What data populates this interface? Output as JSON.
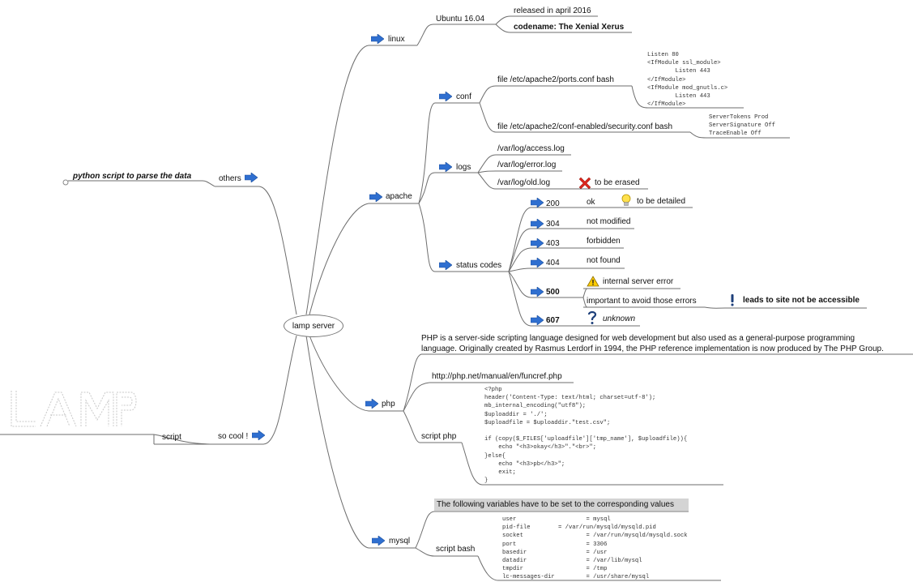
{
  "root": "lamp server",
  "others": {
    "label": "others",
    "child": "python script to parse the data"
  },
  "script": {
    "label": "script",
    "child": "so cool !"
  },
  "linux": {
    "label": "linux",
    "version": "Ubuntu 16.04",
    "released": "released in april 2016",
    "codename": "codename: The Xenial Xerus"
  },
  "apache": {
    "label": "apache",
    "conf": {
      "label": "conf",
      "ports_file": "file /etc/apache2/ports.conf bash",
      "ports_code": "Listen 80\n<IfModule ssl_module>\n        Listen 443\n</IfModule>\n<IfModule mod_gnutls.c>\n        Listen 443\n</IfModule>",
      "security_file": "file /etc/apache2/conf-enabled/security.conf bash",
      "security_code": "ServerTokens Prod\nServerSignature Off\nTraceEnable Off"
    },
    "logs": {
      "label": "logs",
      "access": "/var/log/access.log",
      "error": "/var/log/error.log",
      "old": "/var/log/old.log",
      "erase": "to be erased"
    },
    "status": {
      "label": "status codes",
      "codes": [
        {
          "code": "200",
          "text": "ok",
          "note": "to be detailed"
        },
        {
          "code": "304",
          "text": "not modified"
        },
        {
          "code": "403",
          "text": "forbidden"
        },
        {
          "code": "404",
          "text": "not found"
        },
        {
          "code": "500",
          "text": "internal server error",
          "sub": "important to avoid those errors",
          "subnote": "leads to site not be accessible"
        },
        {
          "code": "607",
          "text": "unknown"
        }
      ]
    }
  },
  "php": {
    "label": "php",
    "desc1": "PHP is a server-side scripting language designed for web development but also used as a general-purpose programming",
    "desc2": "language. Originally created by Rasmus Lerdorf in 1994, the PHP reference implementation is now produced by The PHP Group.",
    "link": "http://php.net/manual/en/funcref.php",
    "script_label": "script php",
    "script_code": "<?php\nheader('Content-Type: text/html; charset=utf-8');\nmb_internal_encoding(\"utf8\");\n$uploaddir = './';\n$uploadfile = $uploaddir.\"test.csv\";\n\nif (copy($_FILES['uploadfile']['tmp_name'], $uploadfile)){\n    echo \"<h3>okay</h3>\".\"<br>\";\n}else{\n    echo \"<h3>pb</h3>\";\n    exit;\n}"
  },
  "mysql": {
    "label": "mysql",
    "note": "The following variables have to be set to the corresponding values",
    "script_label": "script bash",
    "config": "user                    = mysql\npid-file        = /var/run/mysqld/mysqld.pid\nsocket                  = /var/run/mysqld/mysqld.sock\nport                    = 3306\nbasedir                 = /usr\ndatadir                 = /var/lib/mysql\ntmpdir                  = /tmp\nlc-messages-dir         = /usr/share/mysql"
  },
  "colors": {
    "line": "#6e6e6e",
    "arrow": "#2f6fd0",
    "highlight": "#d4d4d4"
  }
}
